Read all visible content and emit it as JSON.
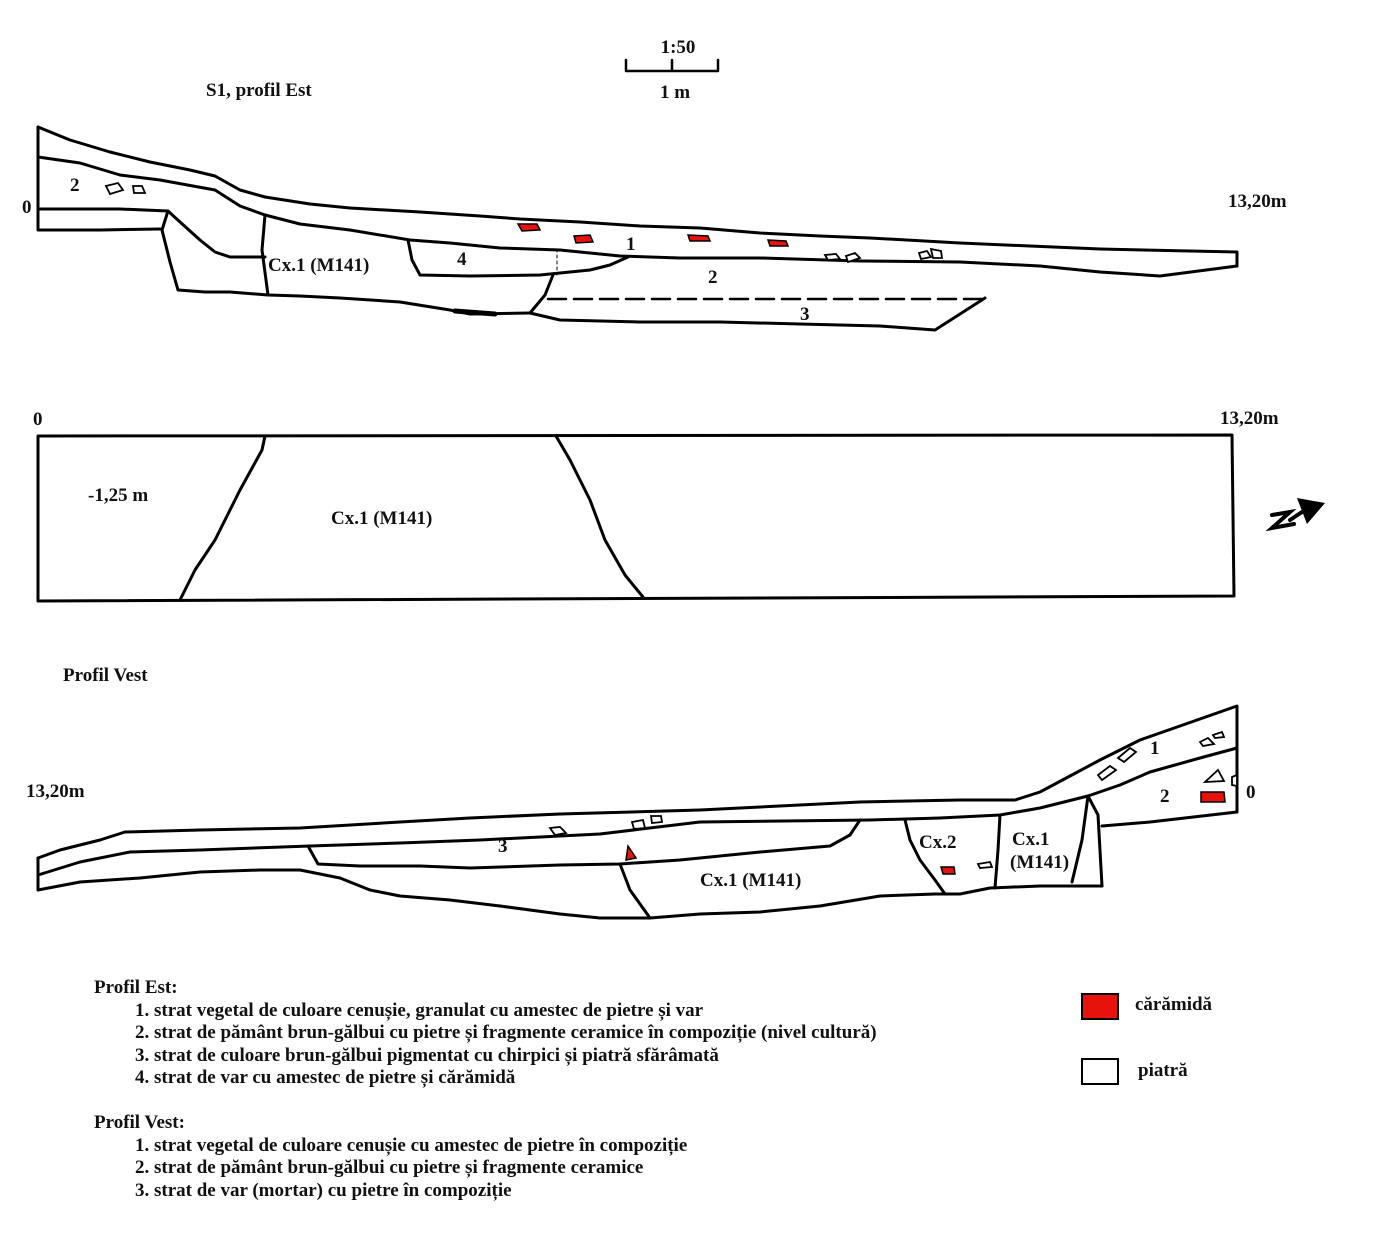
{
  "scale": {
    "ratio": "1:50",
    "length": "1 m"
  },
  "profil_est": {
    "title": "S1, profil Est",
    "left_mark": "0",
    "right_mark": "13,20m",
    "labels": {
      "layer1": "1",
      "layer2": "2",
      "layer2_left": "2",
      "layer3": "3",
      "layer4": "4",
      "cx1": "Cx.1 (M141)"
    }
  },
  "plan": {
    "left_mark": "0",
    "right_mark": "13,20m",
    "depth": "-1,25 m",
    "cx1": "Cx.1 (M141)"
  },
  "profil_vest": {
    "title": "Profil Vest",
    "left_mark": "13,20m",
    "right_mark": "0",
    "labels": {
      "layer1": "1",
      "layer2": "2",
      "layer3": "3",
      "cx1_main": "Cx.1 (M141)",
      "cx2": "Cx.2",
      "cx1_line1": "Cx.1",
      "cx1_line2": "(M141)"
    }
  },
  "legend_text": {
    "est_title": "Profil Est:",
    "est_items": [
      "1. strat vegetal de culoare cenușie, granulat cu amestec de pietre și var",
      "2. strat de pământ brun-gălbui cu pietre și fragmente ceramice în compoziție (nivel cultură)",
      "3. strat de culoare brun-gălbui pigmentat cu chirpici și piatră sfărâmată",
      "4. strat de var cu amestec de pietre și cărămidă"
    ],
    "vest_title": "Profil Vest:",
    "vest_items": [
      "1. strat vegetal de culoare cenușie cu amestec de pietre în compoziție",
      "2. strat de pământ brun-gălbui cu pietre și fragmente ceramice",
      "3. strat de var (mortar) cu pietre în compoziție"
    ]
  },
  "symbols": [
    {
      "label": "cărămidă",
      "color": "#e8120c"
    },
    {
      "label": "piatră",
      "color": "#ffffff"
    }
  ],
  "north_arrow": "N"
}
